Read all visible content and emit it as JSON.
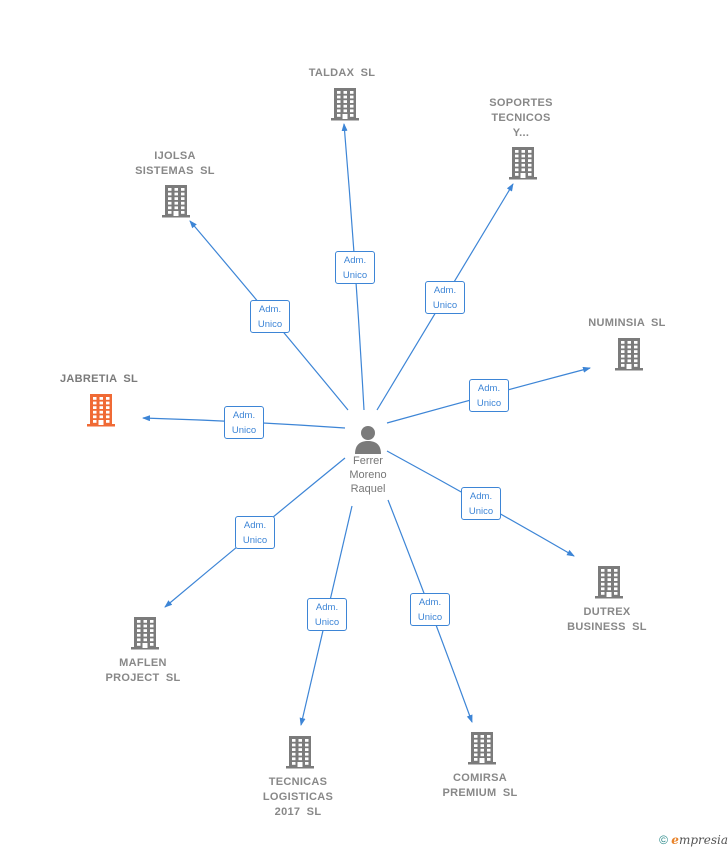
{
  "center": {
    "name": "Ferrer\nMoreno\nRaquel",
    "icon": "person-icon"
  },
  "nodes": [
    {
      "id": "taldax",
      "label": "TALDAX  SL",
      "highlight": false
    },
    {
      "id": "soportes",
      "label": "SOPORTES\nTECNICOS\nY...",
      "highlight": false
    },
    {
      "id": "ijolsa",
      "label": "IJOLSA\nSISTEMAS  SL",
      "highlight": false
    },
    {
      "id": "numinsia",
      "label": "NUMINSIA  SL",
      "highlight": false
    },
    {
      "id": "jabretia",
      "label": "JABRETIA  SL",
      "highlight": true
    },
    {
      "id": "dutrex",
      "label": "DUTREX\nBUSINESS  SL",
      "highlight": false
    },
    {
      "id": "maflen",
      "label": "MAFLEN\nPROJECT  SL",
      "highlight": false
    },
    {
      "id": "tecnicas",
      "label": "TECNICAS\nLOGISTICAS\n2017  SL",
      "highlight": false
    },
    {
      "id": "comirsa",
      "label": "COMIRSA\nPREMIUM  SL",
      "highlight": false
    }
  ],
  "edges": [
    {
      "to": "taldax",
      "label": "Adm.\nUnico"
    },
    {
      "to": "soportes",
      "label": "Adm.\nUnico"
    },
    {
      "to": "ijolsa",
      "label": "Adm.\nUnico"
    },
    {
      "to": "numinsia",
      "label": "Adm.\nUnico"
    },
    {
      "to": "jabretia",
      "label": "Adm.\nUnico"
    },
    {
      "to": "dutrex",
      "label": "Adm.\nUnico"
    },
    {
      "to": "maflen",
      "label": "Adm.\nUnico"
    },
    {
      "to": "tecnicas",
      "label": "Adm.\nUnico"
    },
    {
      "to": "comirsa",
      "label": "Adm.\nUnico"
    }
  ],
  "colors": {
    "edge": "#3d85d6",
    "building": "#7b7b7b",
    "highlight": "#f06a35"
  },
  "footer": {
    "copyright": "©",
    "brand_initial": "e",
    "brand_rest": "mpresia"
  }
}
